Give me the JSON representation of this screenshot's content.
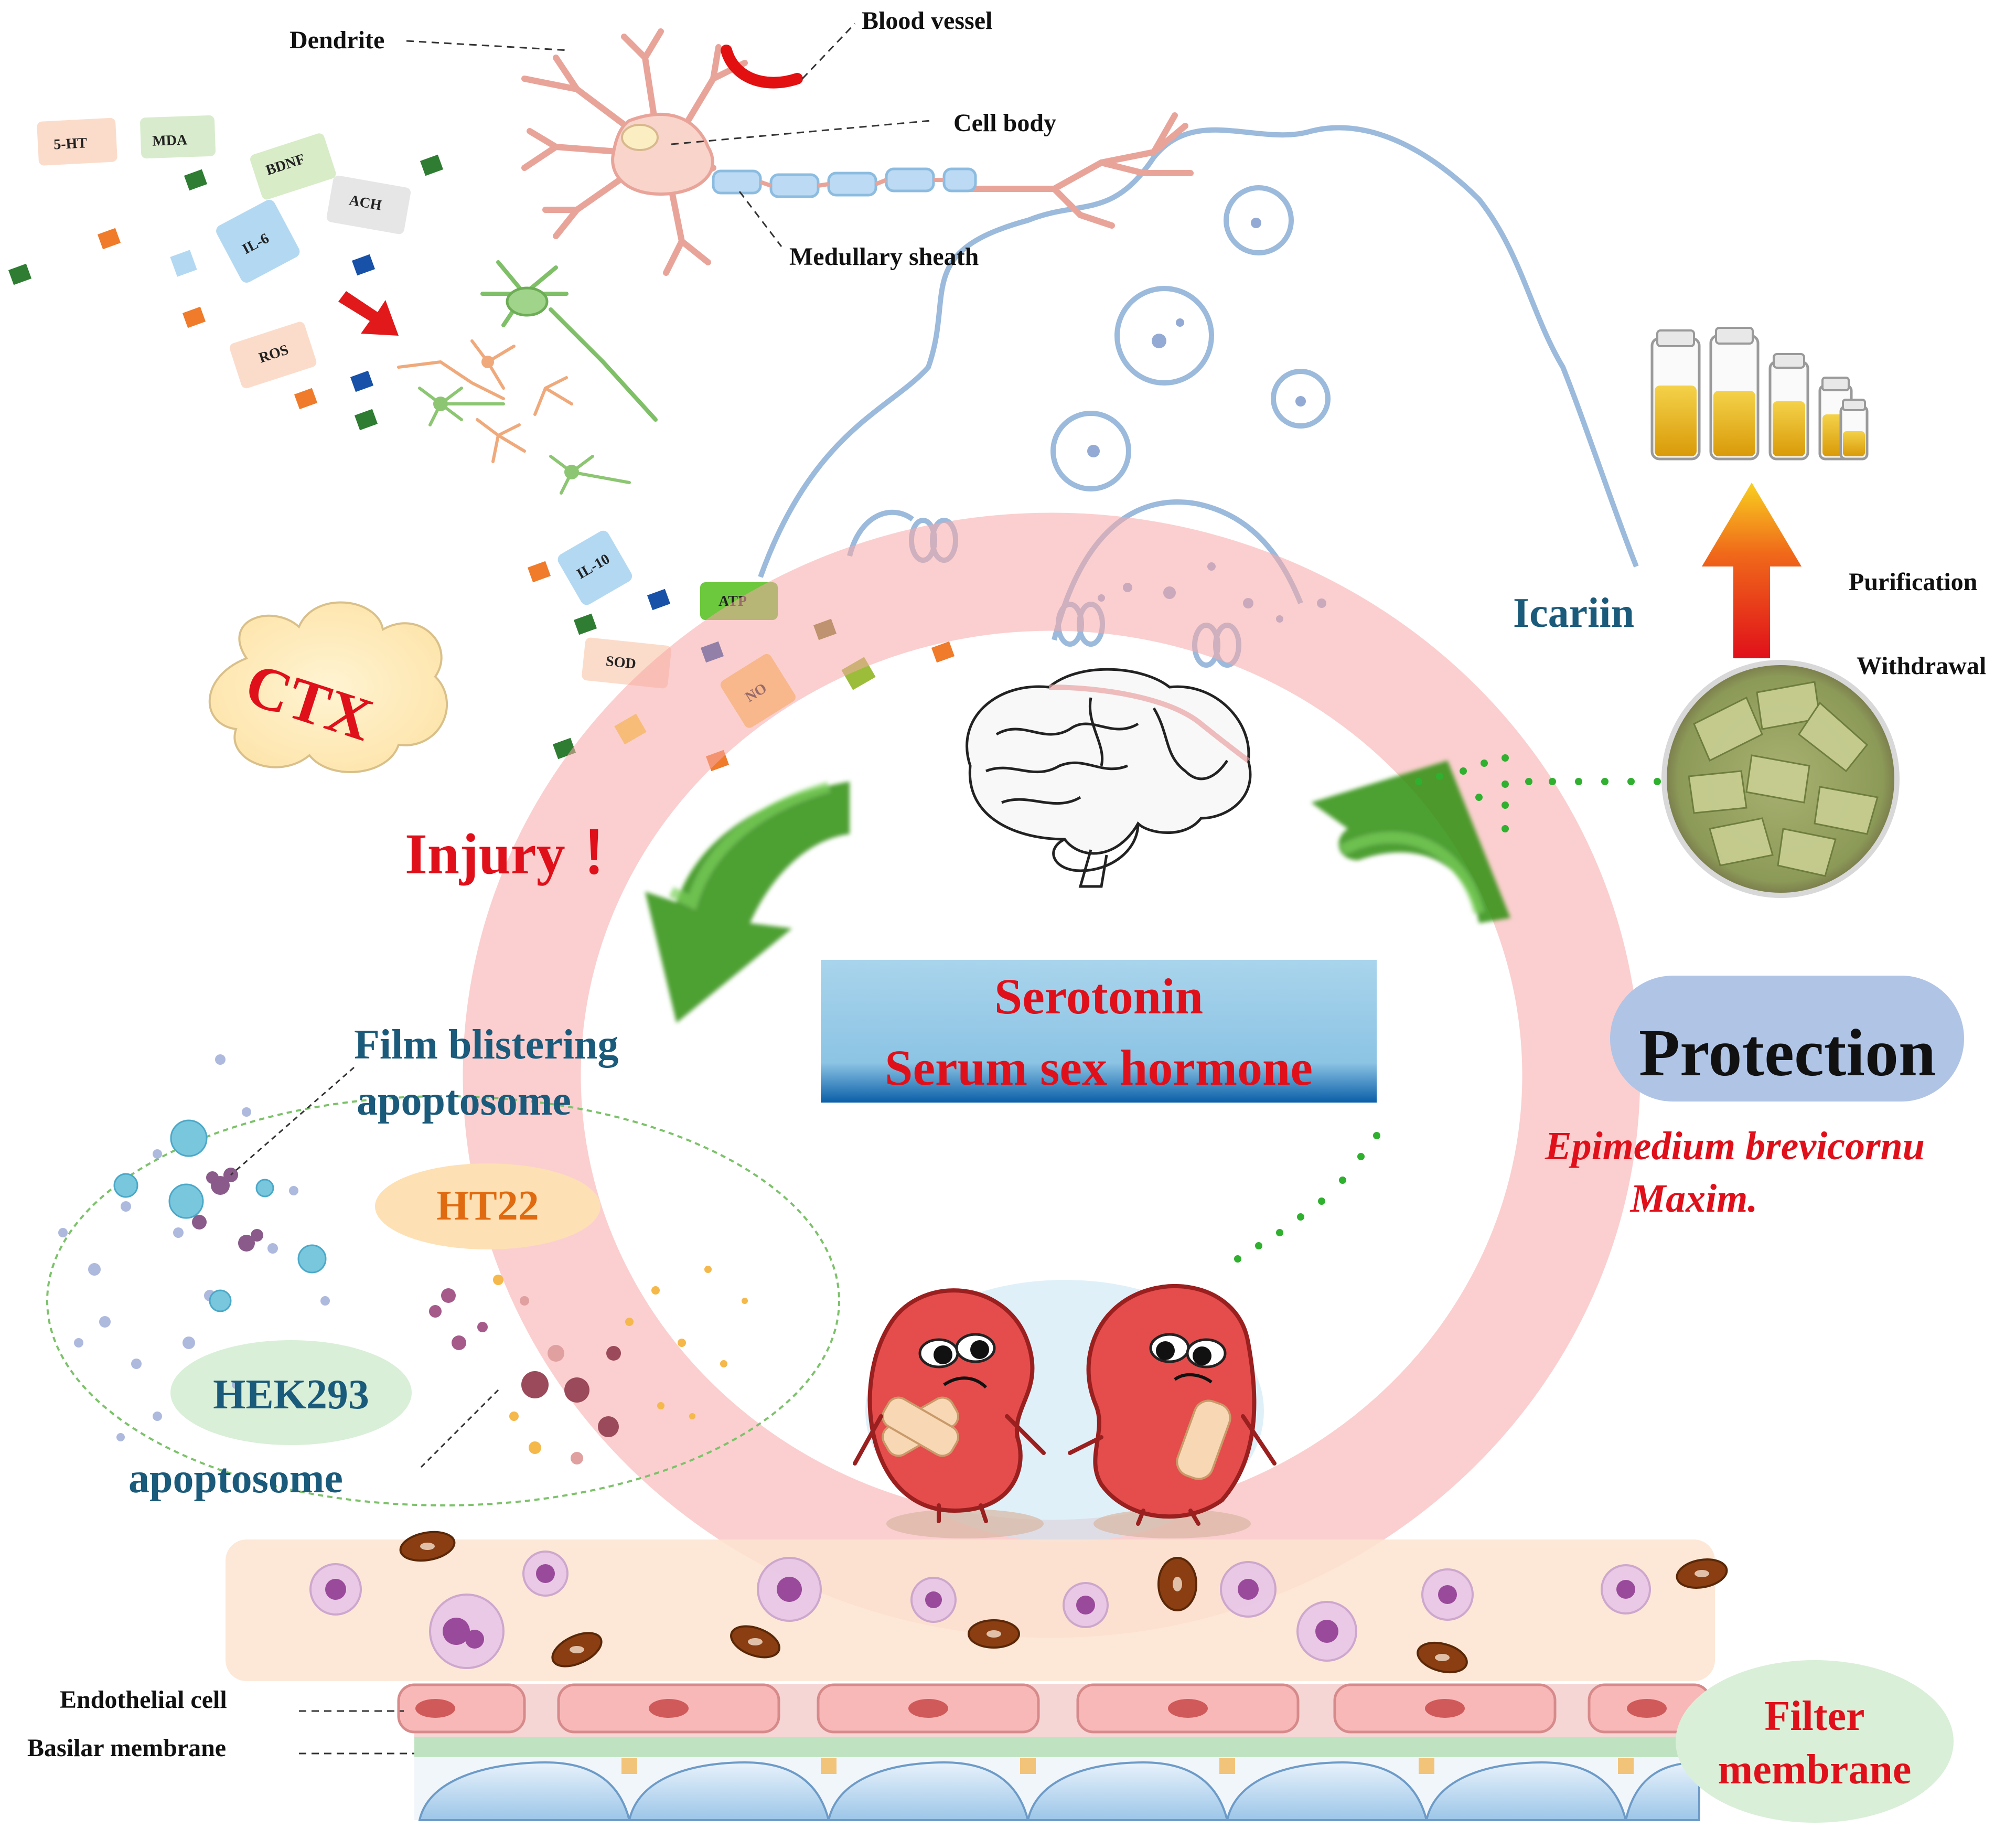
{
  "neuron_labels": {
    "dendrite": "Dendrite",
    "blood_vessel": "Blood vessel",
    "cell_body": "Cell body",
    "medullary_sheath": "Medullary sheath"
  },
  "markers": {
    "m5ht": "5-HT",
    "mda": "MDA",
    "bdnf": "BDNF",
    "ach": "ACH",
    "il6": "IL-6",
    "ros": "ROS",
    "il10": "IL-10",
    "atp": "ATP",
    "sod": "SOD",
    "no": "NO"
  },
  "ctx": "CTX",
  "injury": "Injury ！",
  "icariin": "Icariin",
  "purification": "Purification",
  "withdrawal": "Withdrawal",
  "center": {
    "line1": "Serotonin",
    "line2": "Serum sex hormone"
  },
  "protection": "Protection",
  "species": {
    "line1": "Epimedium brevicornu",
    "line2": "Maxim."
  },
  "cells": {
    "film_blistering": "Film blistering",
    "apoptosome_top": "apoptosome",
    "ht22": "HT22",
    "hek293": "HEK293",
    "apoptosome_bottom": "apoptosome"
  },
  "kidney_labels": {
    "endothelial_cell": "Endothelial cell",
    "basilar_membrane": "Basilar membrane",
    "filter_line1": "Filter",
    "filter_line2": "membrane"
  },
  "colors": {
    "ring": "#f7a8a8",
    "arrow_green": "#3a9a14",
    "red_text": "#e0101a",
    "blue_text": "#1a5a7a",
    "center_box_top": "#a6d2ea",
    "center_box_bottom": "#0a5fa8",
    "protection_pill": "#b0c4e6",
    "kidney_red": "#e54c4c"
  }
}
